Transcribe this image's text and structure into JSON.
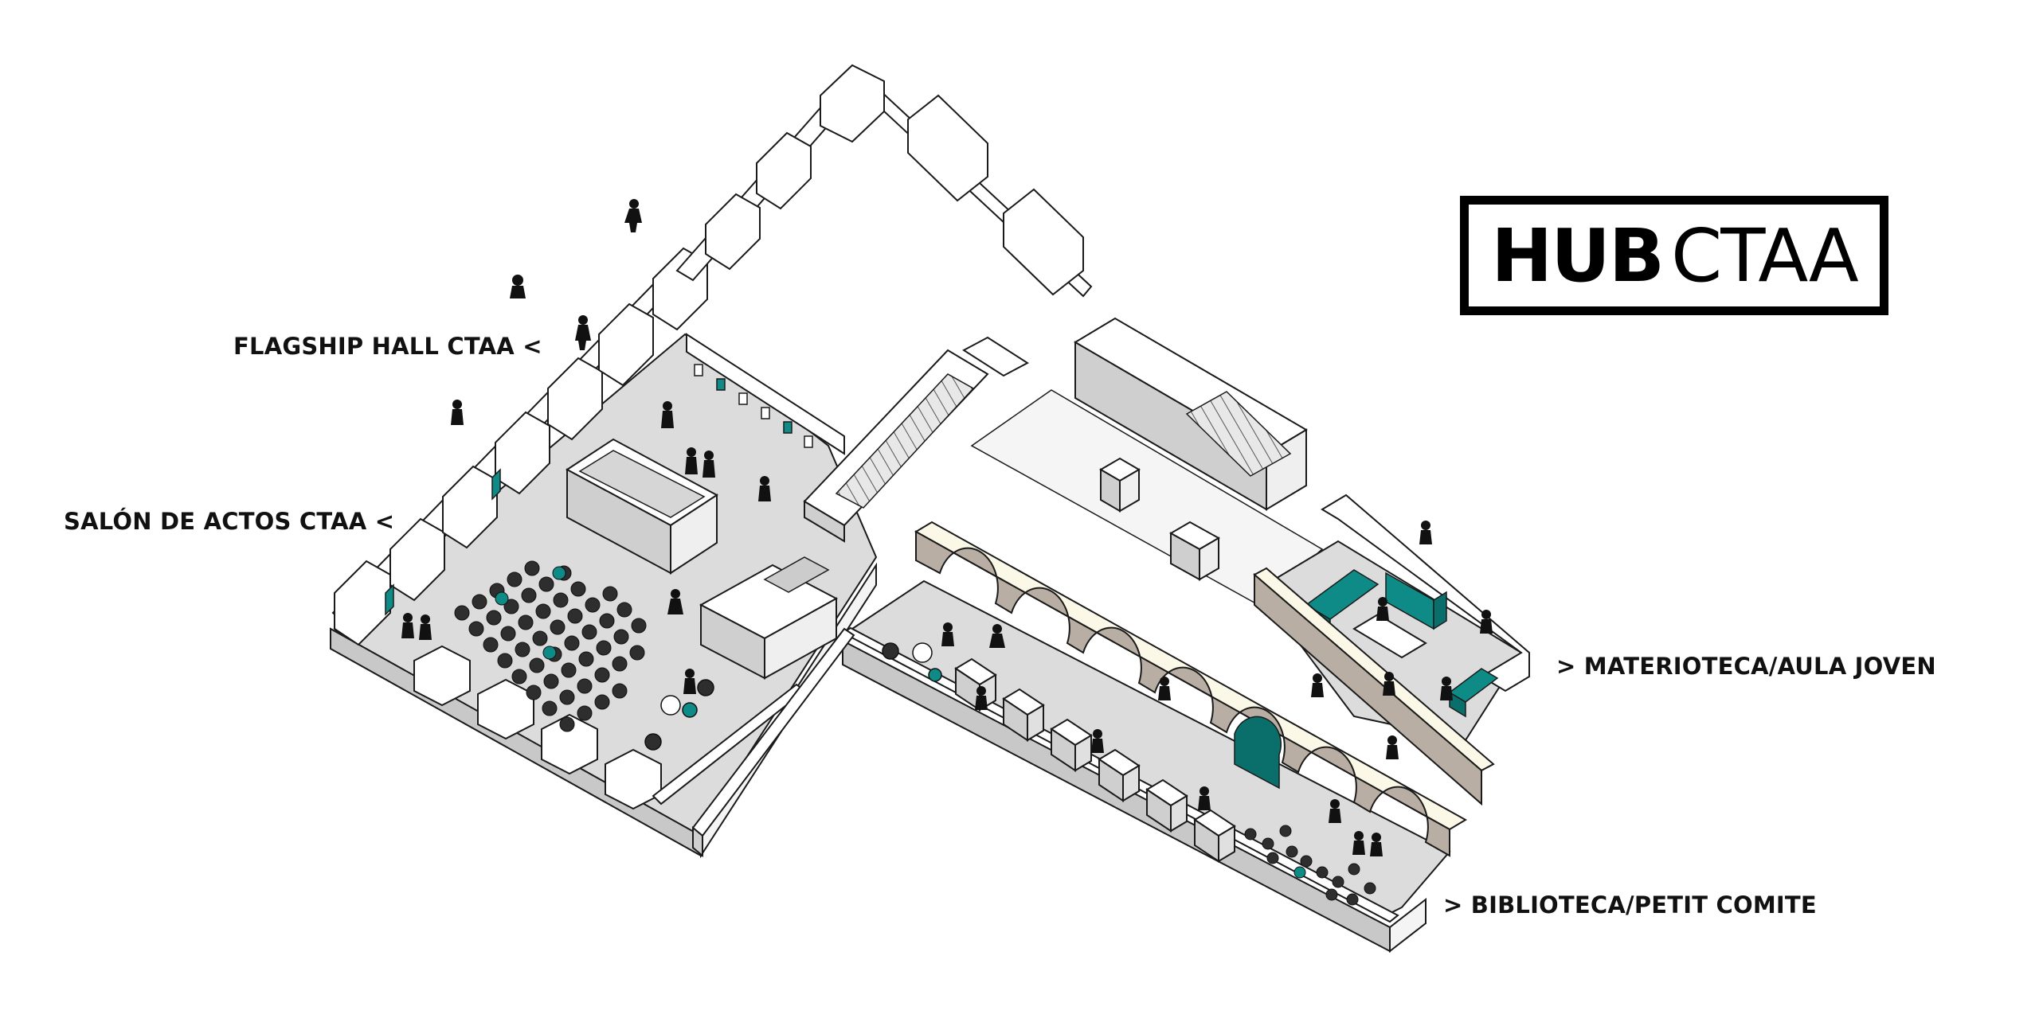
{
  "logo": {
    "bold": "HUB",
    "light": "CTAA"
  },
  "labels": {
    "flagship": "FLAGSHIP HALL CTAA <",
    "salon": "SALÓN DE ACTOS CTAA <",
    "materioteca": "> MATERIOTECA/AULA JOVEN",
    "biblioteca": "> BIBLIOTECA/PETIT COMITE"
  },
  "colors": {
    "accent": "#0e8b86",
    "accent_dark": "#0a6f6b",
    "floor": "#dcdcdc",
    "wall_top": "#ffffff",
    "wall_side": "#bdbdbd",
    "arch_wall": "#b9aea3",
    "outline": "#1a1a1a",
    "figure": "#111111"
  }
}
